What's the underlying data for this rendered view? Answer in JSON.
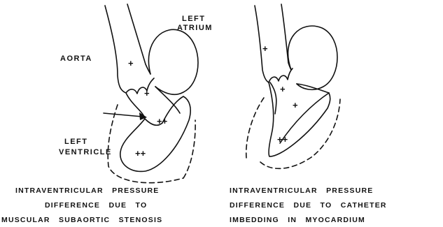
{
  "left_panel": {
    "labels": {
      "left_atrium_line1": "LEFT",
      "left_atrium_line2": "ATRIUM",
      "aorta": "AORTA",
      "left_ventricle_line1": "LEFT",
      "left_ventricle_line2": "VENTRICLE"
    },
    "pressure_marks": {
      "aorta": "+",
      "outflow": "+",
      "ventricle_mid": "++",
      "ventricle_apex": "++"
    },
    "caption": [
      "INTRAVENTRICULAR   PRESSURE",
      "DIFFERENCE   DUE   TO",
      "MUSCULAR   SUBAORTIC   STENOSIS"
    ]
  },
  "right_panel": {
    "pressure_marks": {
      "aorta": "+",
      "outflow": "+",
      "ventricle_mid": "+",
      "ventricle_apex": "++"
    },
    "caption": [
      "INTRAVENTRICULAR   PRESSURE",
      "DIFFERENCE   DUE   TO   CATHETER",
      "IMBEDDING   IN   MYOCARDIUM"
    ]
  }
}
